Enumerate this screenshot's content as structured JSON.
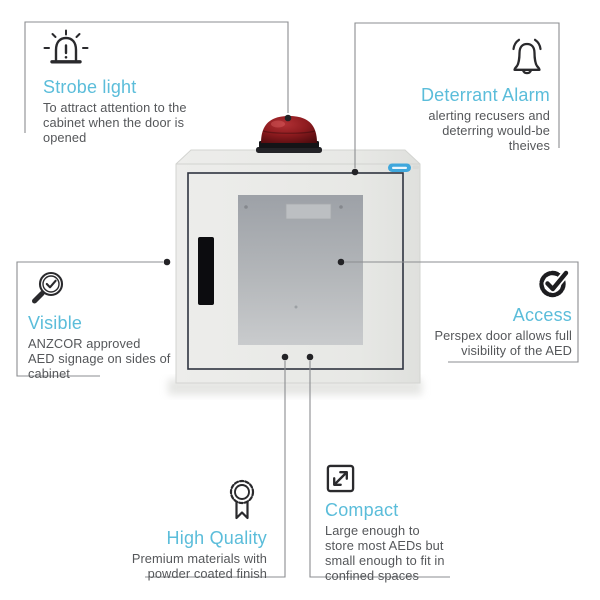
{
  "page": {
    "type": "product-feature-infographic",
    "subject": "AED wall cabinet with strobe light and alarm"
  },
  "colors": {
    "accent_blue": "#5bbdda",
    "body_text": "#55575a",
    "icon_stroke": "#2a2a2d",
    "leader_line": "#8b8d90",
    "leader_dot": "#232326",
    "cabinet_body": "#e9eae7",
    "cabinet_fold": "#d2d3d0",
    "door_frame": "#2f3440",
    "window_top": "#9da1a7",
    "window_bottom": "#c9cbcd",
    "handle_black": "#0c0c0f",
    "strobe_red": "#8e1b1f",
    "strobe_dark": "#45090c",
    "logo_blue": "#3fa7dc"
  },
  "callouts": {
    "strobe": {
      "icon": "strobe-light-icon",
      "title": "Strobe light",
      "body": "To attract attention to the\ncabinet when the door is\nopened"
    },
    "alarm": {
      "icon": "alarm-bell-icon",
      "title": "Deterrant Alarm",
      "body": "alerting recusers and\ndeterring would-be\ntheives"
    },
    "visible": {
      "icon": "magnifier-check-icon",
      "title": "Visible",
      "body": "ANZCOR approved\nAED signage on sides of\ncabinet"
    },
    "access": {
      "icon": "check-badge-icon",
      "title": "Access",
      "body": "Perspex door allows full\nvisibility of the AED"
    },
    "quality": {
      "icon": "award-ribbon-icon",
      "title": "High Quality",
      "body": "Premium materials with\npowder coated finish"
    },
    "compact": {
      "icon": "expand-arrows-icon",
      "title": "Compact",
      "body": "Large enough to\nstore most AEDs but\nsmall enough to fit in\nconfined spaces"
    }
  },
  "cabinet": {
    "parts": [
      "strobe-beacon",
      "cabinet-body",
      "door-frame",
      "perspex-window",
      "door-handle",
      "brand-logo"
    ],
    "brand_logo_text": ""
  }
}
